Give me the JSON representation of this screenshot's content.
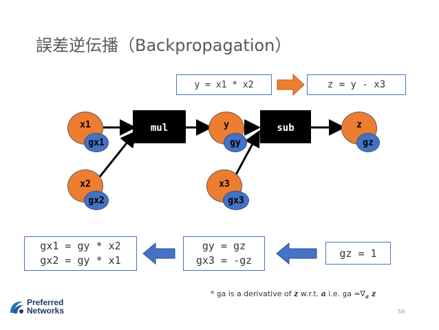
{
  "title": "誤差逆伝播（Backpropagation）",
  "forward": {
    "step1": "y = x1 * x2",
    "step2": "z = y - x3"
  },
  "backward": {
    "step1": "gz = 1",
    "step2_line1": "gy = gz",
    "step2_line2": "gx3 = -gz",
    "step3_line1": "gx1 = gy * x2",
    "step3_line2": "gx2 = gy * x1"
  },
  "graph": {
    "ops": {
      "mul": "mul",
      "sub": "sub"
    },
    "vars": {
      "x1": "x1",
      "x2": "x2",
      "y": "y",
      "x3": "x3",
      "z": "z"
    },
    "grads": {
      "gx1": "gx1",
      "gx2": "gx2",
      "gy": "gy",
      "gx3": "gx3",
      "gz": "gz"
    }
  },
  "note": {
    "prefix": "* ",
    "ga": "ga",
    "part1": " is a derivative of ",
    "z": "z",
    "part2": " w.r.t. ",
    "a": "a",
    "part3": " i.e. ",
    "ga2": "ga",
    "eq": " =∇",
    "sub_a": "a",
    "z2": " z"
  },
  "logo": {
    "line1": "Preferred",
    "line2": "Networks"
  },
  "page_number": "58",
  "colors": {
    "variable": "#ed7d31",
    "gradient": "#4472c4",
    "arrow": "#ed7d31",
    "back_arrow": "#4472c4"
  }
}
